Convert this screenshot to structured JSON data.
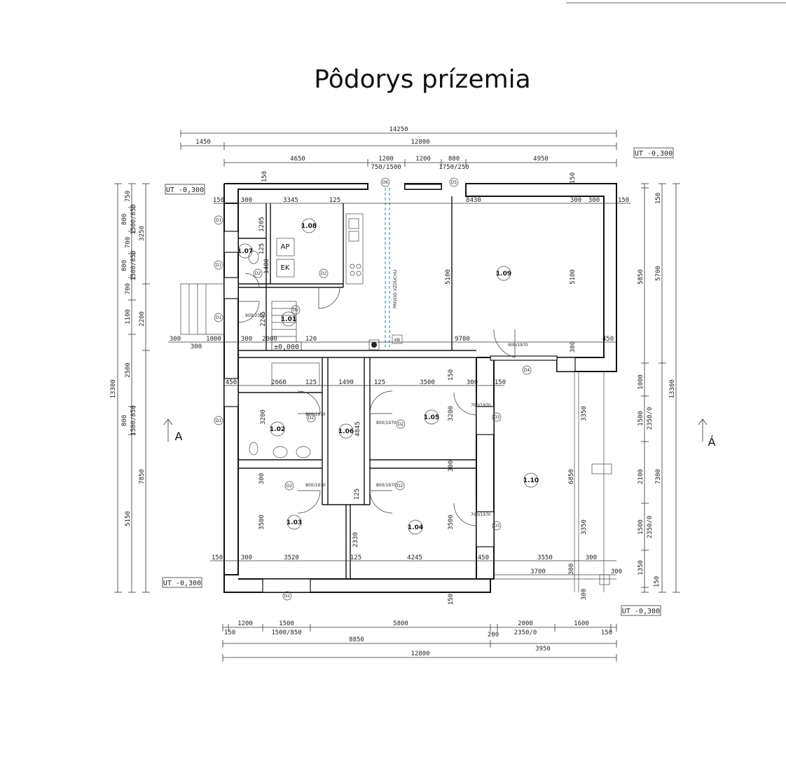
{
  "title": "Pôdorys prízemia",
  "levels": {
    "top_right": "UT -0,300",
    "top_left": "UT -0,300",
    "bottom_left": "UT -0,300",
    "bottom_right": "UT -0,300",
    "floor_zero": "±0,000"
  },
  "sections": {
    "left": "A",
    "right": "Á"
  },
  "rooms": [
    "1.01",
    "1.02",
    "1.03",
    "1.04",
    "1.05",
    "1.06",
    "1.07",
    "1.08",
    "1.09",
    "1.10"
  ],
  "equipment": {
    "ap": "AP",
    "ek": "EK",
    "duct": "PRIVOD VZDUCHU",
    "kb": "KB"
  },
  "window_tags": [
    "D1",
    "D2",
    "D3",
    "D4",
    "D5",
    "D6"
  ],
  "dims_top": {
    "overall": "14250",
    "row2_a": "1450",
    "row2_b": "12800",
    "row3": [
      "4650",
      "1200",
      "1200",
      "800",
      "4950"
    ],
    "row3_sub": [
      "750/1500",
      "1750/250"
    ]
  },
  "dims_bottom": {
    "row1": [
      "1200",
      "1500",
      "5800",
      "2000",
      "1600"
    ],
    "row1_sub": [
      "150",
      "1500/850",
      "200",
      "2350/0",
      "150"
    ],
    "row2": [
      "8850",
      "3950"
    ],
    "row3": "12800"
  },
  "dims_left": {
    "outer": "13300",
    "col2": [
      "3250",
      "2200",
      "7850"
    ],
    "col3": [
      "750",
      "800",
      "700",
      "800",
      "700",
      "1100",
      "2500",
      "800",
      "5150"
    ],
    "col3_sub": [
      "1500/850",
      "1500/850",
      "1500/850"
    ]
  },
  "dims_right": {
    "outer": "13300",
    "col2": [
      "5700",
      "7300"
    ],
    "col3": [
      "150",
      "5850",
      "1000",
      "1500",
      "2100",
      "1500",
      "1350",
      "150"
    ],
    "col3_sub": [
      "2350/0",
      "2350/0"
    ]
  },
  "interior_dims": {
    "top_row": [
      "150",
      "300",
      "3345",
      "125",
      "8430",
      "300",
      "300",
      "150"
    ],
    "mid_row": [
      "300",
      "1000",
      "300",
      "2000",
      "120",
      "9780",
      "300",
      "450"
    ],
    "row3": [
      "450",
      "2660",
      "125",
      "1490",
      "125",
      "3500",
      "300",
      "150"
    ],
    "bottom_row": [
      "150",
      "300",
      "3520",
      "125",
      "4245",
      "450",
      "3550",
      "300",
      "3700",
      "300"
    ],
    "vertical": [
      "1205",
      "125",
      "1400",
      "2245",
      "3200",
      "4845",
      "3200",
      "300",
      "300",
      "3500",
      "2330",
      "3500",
      "5100",
      "5100",
      "300",
      "3350",
      "6850",
      "3350",
      "300",
      "300",
      "125",
      "150",
      "150",
      "150",
      "150"
    ]
  },
  "door_tags": [
    "900/1970",
    "800/1970",
    "700/1970",
    "900/2300"
  ]
}
